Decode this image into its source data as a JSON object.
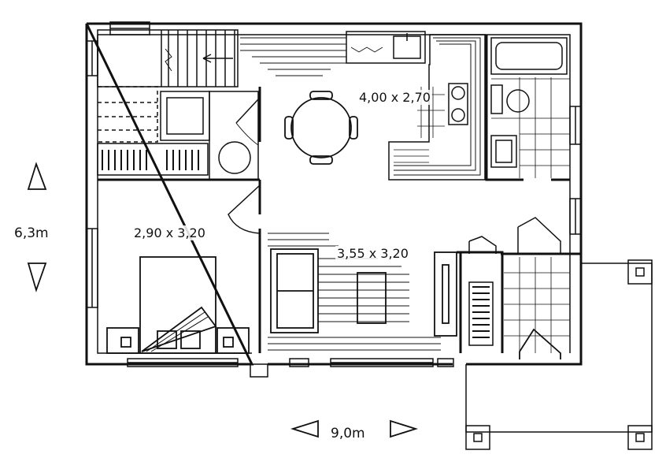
{
  "rooms": {
    "kitchen": {
      "size": "4,00 x 2,70"
    },
    "bedroom": {
      "size": "2,90 x 3,20"
    },
    "living": {
      "size": "3,55 x 3,20"
    }
  },
  "dimensions": {
    "height": "6,3m",
    "width": "9,0m"
  },
  "colors": {
    "line": "#111111",
    "background": "#ffffff"
  }
}
